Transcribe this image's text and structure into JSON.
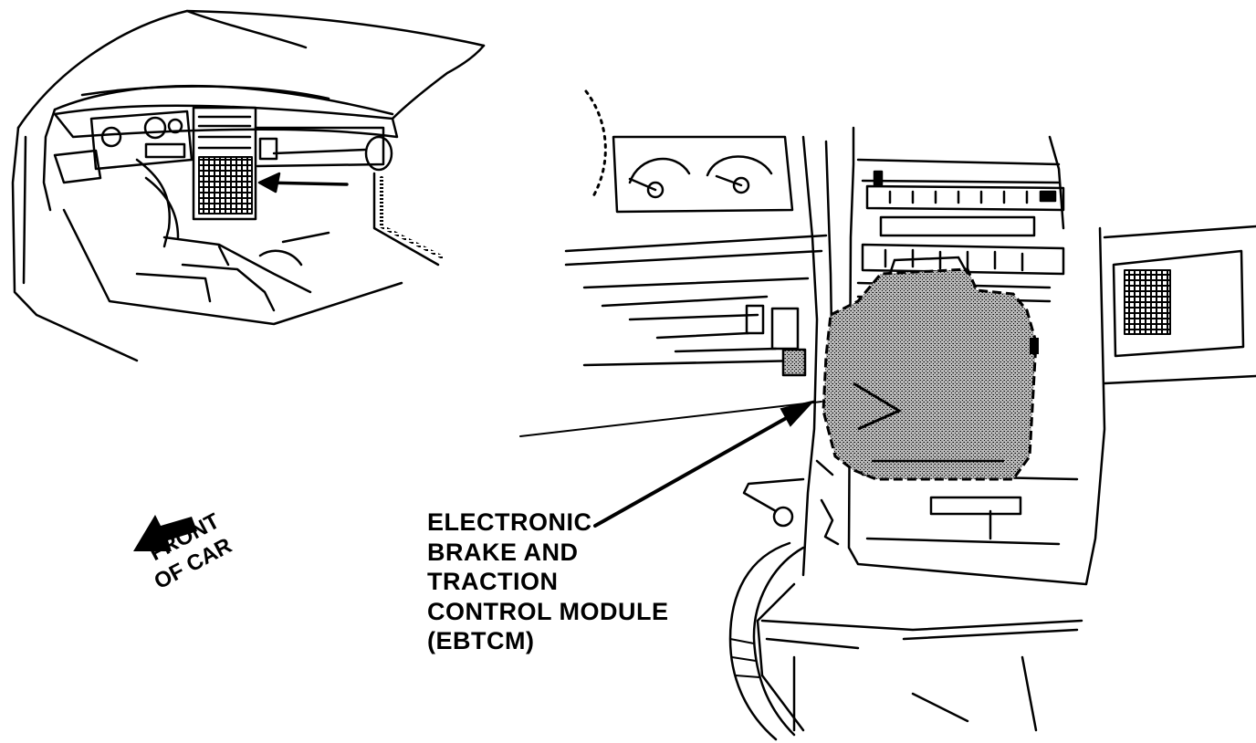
{
  "callout": {
    "lines": [
      "ELECTRONIC",
      "BRAKE AND",
      "TRACTION",
      "CONTROL MODULE",
      "(EBTCM)"
    ]
  },
  "front_indicator": {
    "lines": [
      "FRONT",
      "OF CAR"
    ],
    "icon": "front-arrow-icon"
  },
  "colors": {
    "ink": "#000000",
    "background": "#ffffff",
    "module_shade": "#9a9a9a"
  }
}
